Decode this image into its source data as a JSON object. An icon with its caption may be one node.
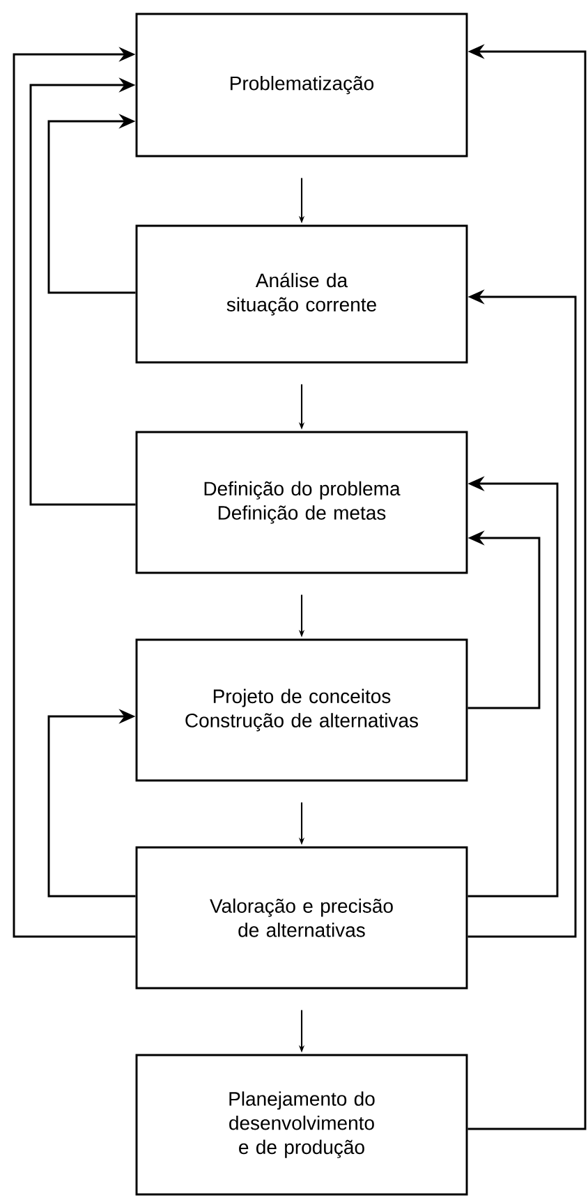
{
  "diagram": {
    "nodes": [
      {
        "text": [
          "Problematização"
        ]
      },
      {
        "text": [
          "Análise da situação corrente"
        ]
      },
      {
        "text": [
          "Definição do problema Definição de metas"
        ]
      },
      {
        "text": [
          "Projeto de conceitos Construção de alternativas"
        ]
      },
      {
        "text": [
          "Valoração e precisão de alternativas"
        ]
      },
      {
        "text": [
          "Planejamento do desenvolvimento e de produção"
        ]
      }
    ],
    "edges": [
      {
        "from": 0,
        "to": 1,
        "arrow": "to"
      },
      {
        "from": 1,
        "to": 2,
        "arrow": "to"
      },
      {
        "from": 2,
        "to": 3,
        "arrow": "to"
      },
      {
        "from": 3,
        "to": 4,
        "arrow": "to"
      },
      {
        "from": 4,
        "to": 5,
        "arrow": "to"
      },
      {
        "from": 1,
        "to": 0,
        "arrow": "to"
      },
      {
        "from": 2,
        "to": 0,
        "arrow": "to"
      },
      {
        "from": 4,
        "to": 0,
        "arrow": "to"
      },
      {
        "from": 4,
        "to": 3,
        "arrow": "to"
      },
      {
        "from": 5,
        "to": 0,
        "arrow": "to"
      },
      {
        "from": 4,
        "to": 1,
        "arrow": "to"
      },
      {
        "from": 4,
        "to": 2,
        "arrow": "to"
      },
      {
        "from": 3,
        "to": 2,
        "arrow": "to"
      }
    ]
  }
}
